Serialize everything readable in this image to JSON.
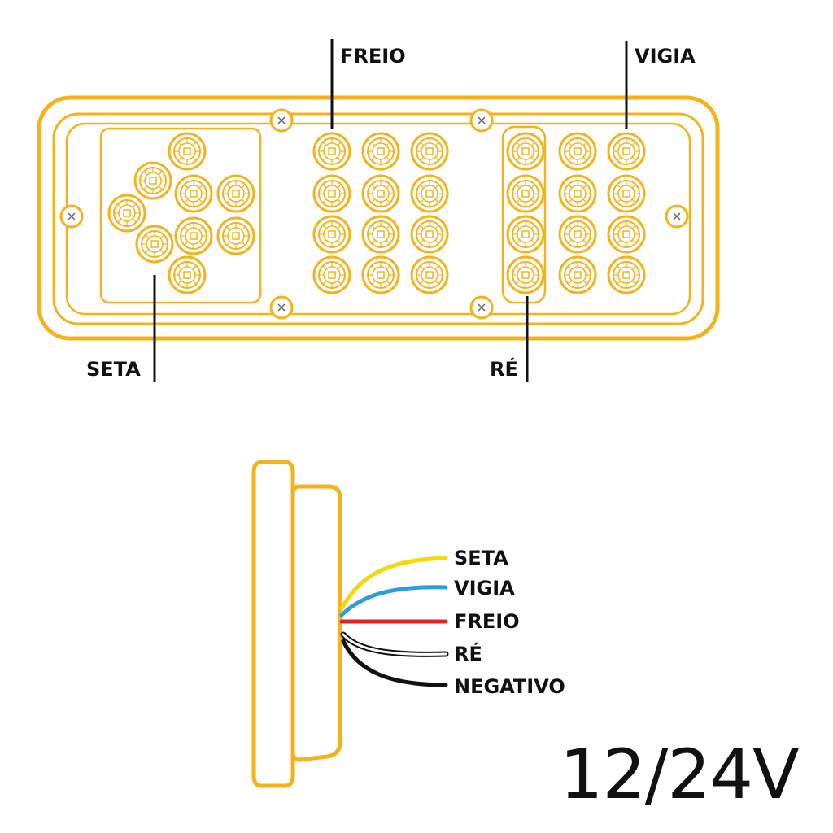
{
  "top_labels": {
    "freio": "FREIO",
    "vigia": "VIGIA",
    "seta": "SETA",
    "re": "RÉ"
  },
  "wires": [
    {
      "label": "SETA",
      "color": "#f5d90a"
    },
    {
      "label": "VIGIA",
      "color": "#2b9fd9"
    },
    {
      "label": "FREIO",
      "color": "#e02424"
    },
    {
      "label": "RÉ",
      "color": "#ffffff"
    },
    {
      "label": "NEGATIVO",
      "color": "#111111"
    }
  ],
  "voltage": "12/24V",
  "colors": {
    "outline": "#f6b21b",
    "led_ring": "#f6b21b",
    "text": "#111111"
  },
  "icons": [
    "screw-icon",
    "led-icon"
  ]
}
